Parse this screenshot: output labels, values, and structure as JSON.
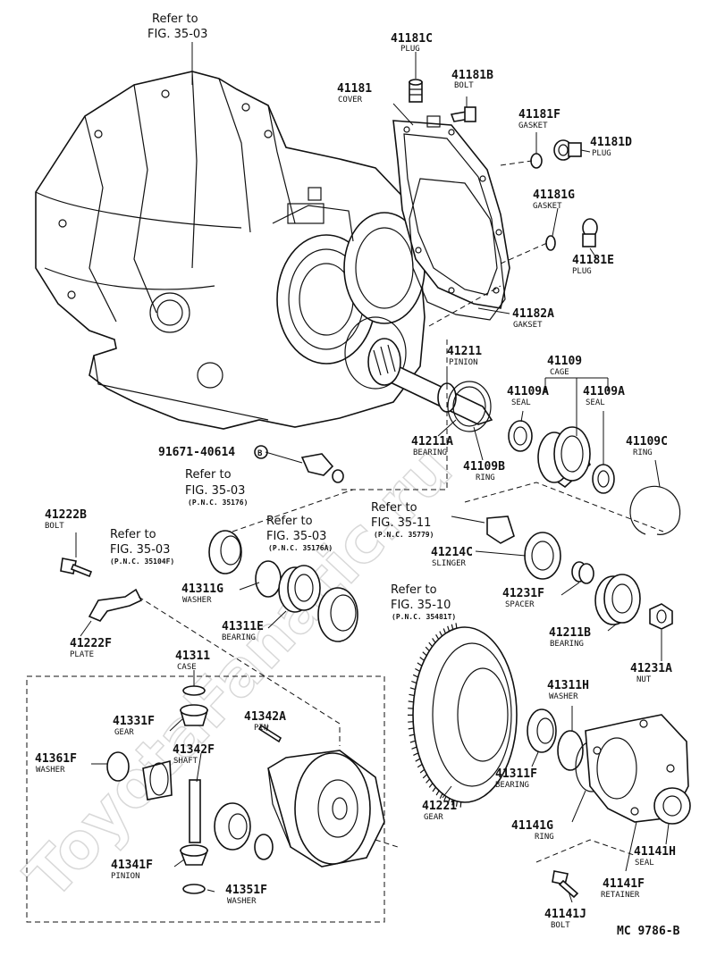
{
  "watermark": "ToyotaFanatic.ru",
  "diagram_id": "MC 9786-B",
  "refs": [
    {
      "id": "r1",
      "l1": "Refer to",
      "l2": "FIG. 35-03",
      "pnc": ""
    },
    {
      "id": "r2",
      "l1": "Refer to",
      "l2": "FIG. 35-03",
      "pnc": "(P.N.C. 35176)"
    },
    {
      "id": "r3",
      "l1": "Refer to",
      "l2": "FIG. 35-03",
      "pnc": "(P.N.C. 35176A)"
    },
    {
      "id": "r4",
      "l1": "Refer to",
      "l2": "FIG. 35-11",
      "pnc": "(P.N.C. 35779)"
    },
    {
      "id": "r5",
      "l1": "Refer to",
      "l2": "FIG. 35-03",
      "pnc": "(P.N.C. 35104F)"
    },
    {
      "id": "r6",
      "l1": "Refer to",
      "l2": "FIG. 35-10",
      "pnc": "(P.N.C. 35481T)"
    }
  ],
  "parts": [
    {
      "id": "p01",
      "code": "41181C",
      "name": "PLUG"
    },
    {
      "id": "p02",
      "code": "41181B",
      "name": "BOLT"
    },
    {
      "id": "p03",
      "code": "41181",
      "name": "COVER"
    },
    {
      "id": "p04",
      "code": "41181F",
      "name": "GASKET"
    },
    {
      "id": "p05",
      "code": "41181D",
      "name": "PLUG"
    },
    {
      "id": "p06",
      "code": "41181G",
      "name": "GASKET"
    },
    {
      "id": "p07",
      "code": "41181E",
      "name": "PLUG"
    },
    {
      "id": "p08",
      "code": "41182A",
      "name": "GAKSET"
    },
    {
      "id": "p09",
      "code": "41211",
      "name": "PINION"
    },
    {
      "id": "p10",
      "code": "41109",
      "name": "CAGE"
    },
    {
      "id": "p11",
      "code": "41109A",
      "name": "SEAL"
    },
    {
      "id": "p12",
      "code": "41109A",
      "name": "SEAL"
    },
    {
      "id": "p13",
      "code": "41109C",
      "name": "RING"
    },
    {
      "id": "p14",
      "code": "41211A",
      "name": "BEARING"
    },
    {
      "id": "p15",
      "code": "41109B",
      "name": "RING"
    },
    {
      "id": "p16",
      "code": "91671-40614",
      "name": ""
    },
    {
      "id": "p17",
      "code": "41222B",
      "name": "BOLT"
    },
    {
      "id": "p18",
      "code": "41214C",
      "name": "SLINGER"
    },
    {
      "id": "p19",
      "code": "41231F",
      "name": "SPACER"
    },
    {
      "id": "p20",
      "code": "41311G",
      "name": "WASHER"
    },
    {
      "id": "p21",
      "code": "41311E",
      "name": "BEARING"
    },
    {
      "id": "p22",
      "code": "41211B",
      "name": "BEARING"
    },
    {
      "id": "p23",
      "code": "41231A",
      "name": "NUT"
    },
    {
      "id": "p24",
      "code": "41222F",
      "name": "PLATE"
    },
    {
      "id": "p25",
      "code": "41311",
      "name": "CASE"
    },
    {
      "id": "p26",
      "code": "41331F",
      "name": "GEAR"
    },
    {
      "id": "p27",
      "code": "41342A",
      "name": "PIN"
    },
    {
      "id": "p28",
      "code": "41361F",
      "name": "WASHER"
    },
    {
      "id": "p29",
      "code": "41342F",
      "name": "SHAFT"
    },
    {
      "id": "p30",
      "code": "41341F",
      "name": "PINION"
    },
    {
      "id": "p31",
      "code": "41351F",
      "name": "WASHER"
    },
    {
      "id": "p32",
      "code": "41221",
      "name": "GEAR"
    },
    {
      "id": "p33",
      "code": "41311H",
      "name": "WASHER"
    },
    {
      "id": "p34",
      "code": "41311F",
      "name": "BEARING"
    },
    {
      "id": "p35",
      "code": "41141G",
      "name": "RING"
    },
    {
      "id": "p36",
      "code": "41141H",
      "name": "SEAL"
    },
    {
      "id": "p37",
      "code": "41141F",
      "name": "RETAINER"
    },
    {
      "id": "p38",
      "code": "41141J",
      "name": "BOLT"
    }
  ],
  "callout_symbol": "B"
}
